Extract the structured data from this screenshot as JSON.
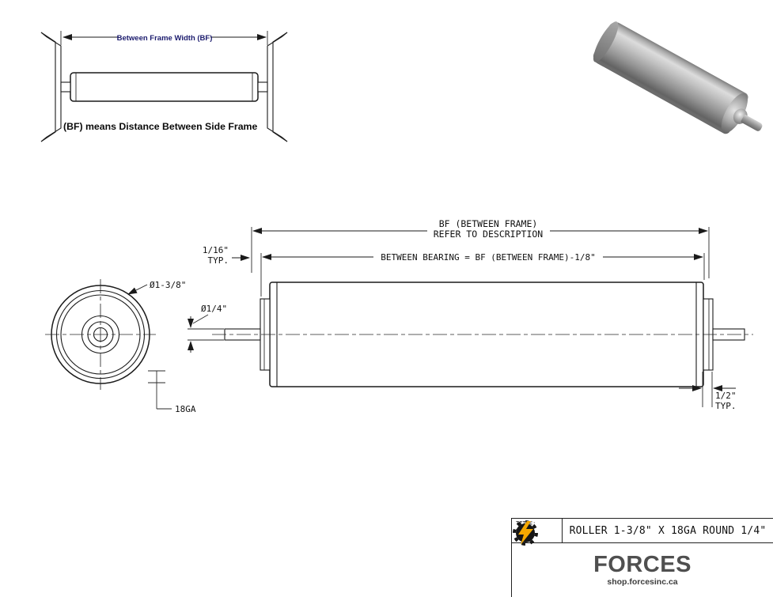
{
  "frame_diagram": {
    "dim_label": "Between Frame Width (BF)",
    "caption": "(BF) means Distance Between Side Frame"
  },
  "drawing": {
    "bf_label_line1": "BF (BETWEEN FRAME)",
    "bf_label_line2": "REFER TO DESCRIPTION",
    "between_bearing_label": "BETWEEN BEARING = BF (BETWEEN FRAME)-1/8\"",
    "gap_typ_value": "1/16\"",
    "gap_typ_suffix": "TYP.",
    "shaft_dia_label": "Ø1/4\"",
    "tube_dia_label": "Ø1-3/8\"",
    "gauge_label": "18GA",
    "bearing_width_value": "1/2\"",
    "bearing_width_suffix": "TYP."
  },
  "title_block": {
    "titre_label": "TITRE:",
    "title_label": "TITLE:",
    "drawing_title": "ROLLER 1-3/8\" X 18GA ROUND 1/4\"",
    "brand_name": "FORCES",
    "website": "shop.forcesinc.ca"
  },
  "colors": {
    "line": "#1a1a1a",
    "accent_navy": "#1c1c6e",
    "bolt_yellow": "#f5a800",
    "brand_gray": "#4f4f4f"
  }
}
